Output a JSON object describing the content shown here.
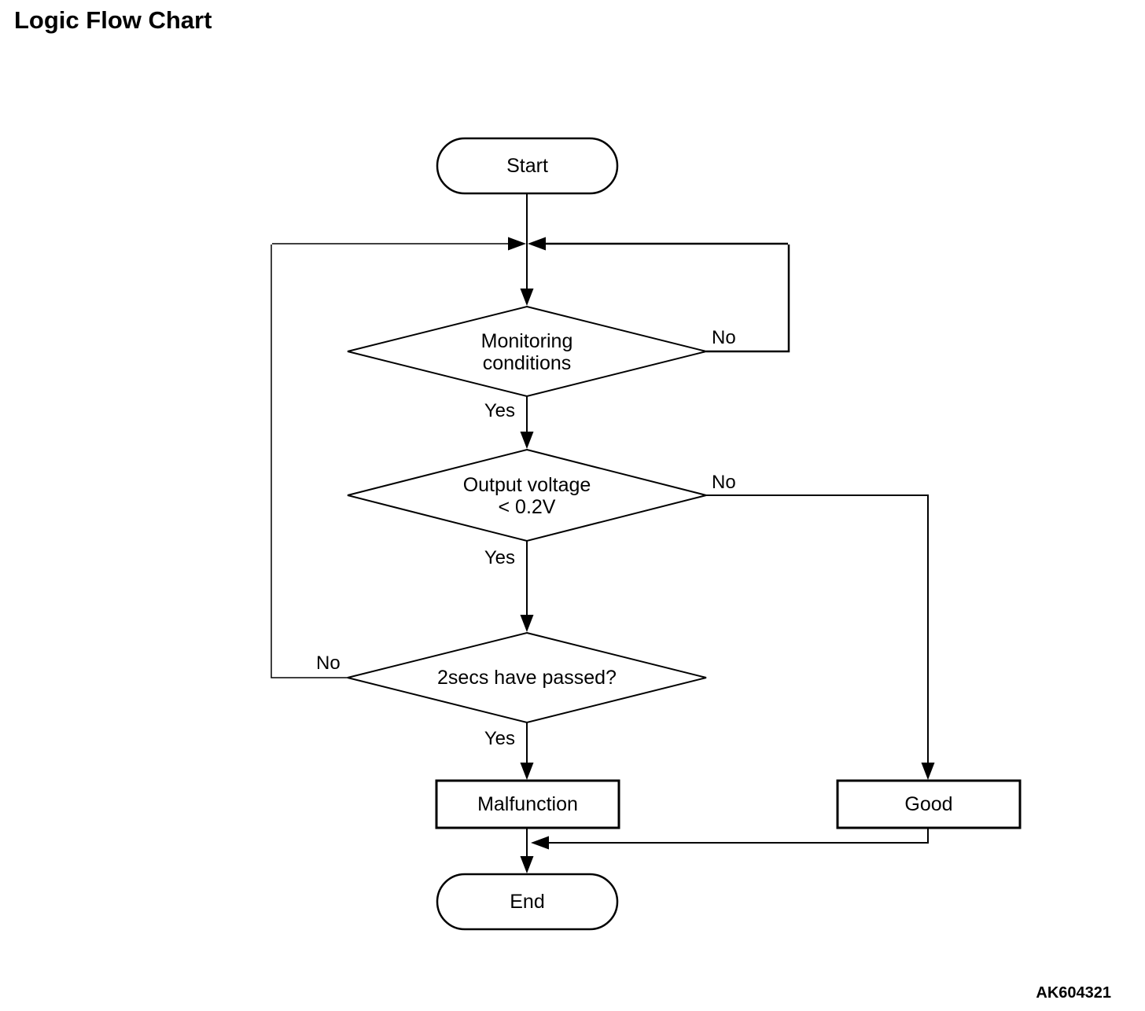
{
  "page_title": "Logic Flow Chart",
  "figure_code": "AK604321",
  "flowchart": {
    "nodes": {
      "start": {
        "type": "terminator",
        "label": "Start"
      },
      "monitoring": {
        "type": "decision",
        "line1": "Monitoring",
        "line2": "conditions"
      },
      "voltage": {
        "type": "decision",
        "line1": "Output voltage",
        "line2": "< 0.2V"
      },
      "timer": {
        "type": "decision",
        "label": "2secs have passed?"
      },
      "malfunction": {
        "type": "process",
        "label": "Malfunction"
      },
      "good": {
        "type": "process",
        "label": "Good"
      },
      "end": {
        "type": "terminator",
        "label": "End"
      }
    },
    "branch_labels": {
      "monitoring_yes": "Yes",
      "monitoring_no": "No",
      "voltage_yes": "Yes",
      "voltage_no": "No",
      "timer_yes": "Yes",
      "timer_no": "No"
    },
    "edges": [
      {
        "from": "start",
        "to": "monitoring"
      },
      {
        "from": "monitoring",
        "to": "voltage",
        "label": "Yes"
      },
      {
        "from": "monitoring",
        "to": "monitoring",
        "label": "No",
        "note": "loops back to the merge point above the monitoring decision"
      },
      {
        "from": "voltage",
        "to": "timer",
        "label": "Yes"
      },
      {
        "from": "voltage",
        "to": "good",
        "label": "No"
      },
      {
        "from": "timer",
        "to": "malfunction",
        "label": "Yes"
      },
      {
        "from": "timer",
        "to": "monitoring",
        "label": "No",
        "note": "loops back to the merge point above the monitoring decision"
      },
      {
        "from": "malfunction",
        "to": "end"
      },
      {
        "from": "good",
        "to": "end"
      }
    ]
  },
  "colors": {
    "line": "#000000",
    "text": "#000000",
    "background": "#ffffff"
  }
}
